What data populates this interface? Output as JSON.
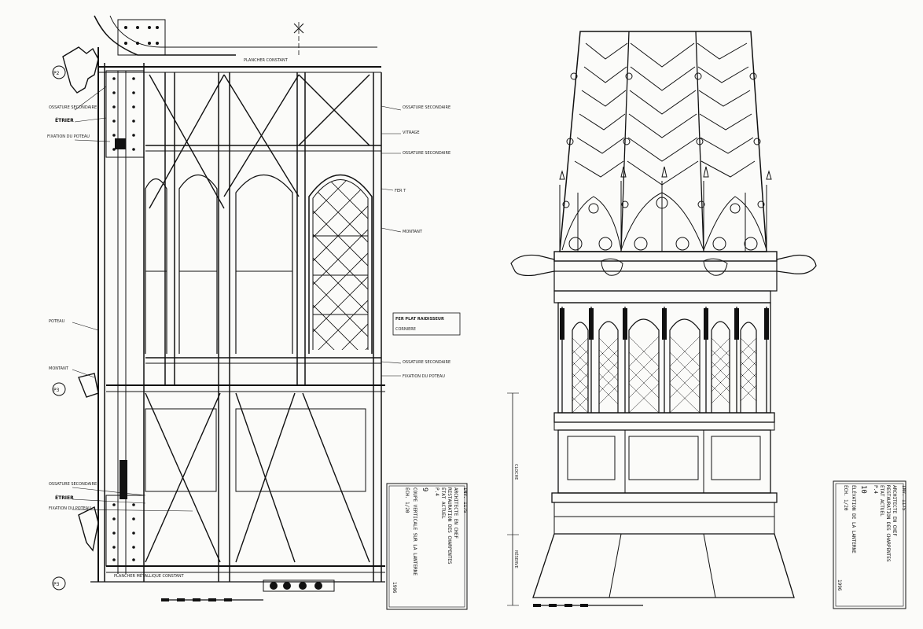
{
  "left_sheet": {
    "callouts": {
      "p2": "P2",
      "p3": "P3",
      "p3b": "P3",
      "poteau": "POTEAU",
      "etrier": "ÉTRIER",
      "etrier2": "ÉTRIER",
      "fixation": "FIXATION DU POTEAU",
      "ossature": "OSSATURE SECONDAIRE",
      "ossature2": "OSSATURE SECONDAIRE",
      "ossature3": "OSSATURE SECONDAIRE",
      "ossature_tr": "OSSATURE SECONDAIRE",
      "fer_t": "FER T",
      "montant": "MONTANT",
      "raidisseur": "FER PLAT RAIDISSEUR",
      "cornier": "CORNIERE",
      "plancher": "PLANCHER CONSTANT",
      "plancher_met": "PLANCHER MÉTALLIQUE CONSTANT",
      "vitrage": "VITRAGE"
    },
    "title_block": {
      "ref": "INV. 1175",
      "line1": "ARCHITECTE EN CHEF",
      "line2": "RESTAURATION DES CHARPENTES",
      "line3": "ÉTAT ACTUEL",
      "line4": "P.4",
      "sheet_no": "9",
      "title": "COUPE VERTICALE SUR LA LANTERNE",
      "scale": "ÉCH. 1/20",
      "date": "1996"
    }
  },
  "right_sheet": {
    "dims": {
      "v1": "CLOCHE",
      "v2": "RÉSERVE"
    },
    "title_block": {
      "ref": "INV. 1175",
      "line1": "ARCHITECTE EN CHEF",
      "line2": "RESTAURATION DES CHARPENTES",
      "line3": "ÉTAT ACTUEL",
      "line4": "P.4",
      "sheet_no": "10",
      "title": "ÉLÉVATION DE LA LANTERNE",
      "scale": "ÉCH. 1/20",
      "date": "1996"
    }
  }
}
